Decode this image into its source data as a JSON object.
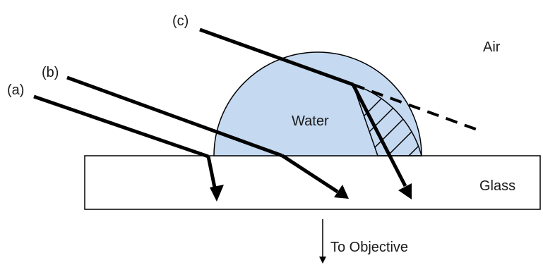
{
  "labels": {
    "ray_a": "(a)",
    "ray_b": "(b)",
    "ray_c": "(c)",
    "air": "Air",
    "water": "Water",
    "glass": "Glass",
    "objective": "To Objective"
  },
  "colors": {
    "water_fill": "#c5d9f1",
    "outline": "#000000",
    "background": "#ffffff"
  }
}
